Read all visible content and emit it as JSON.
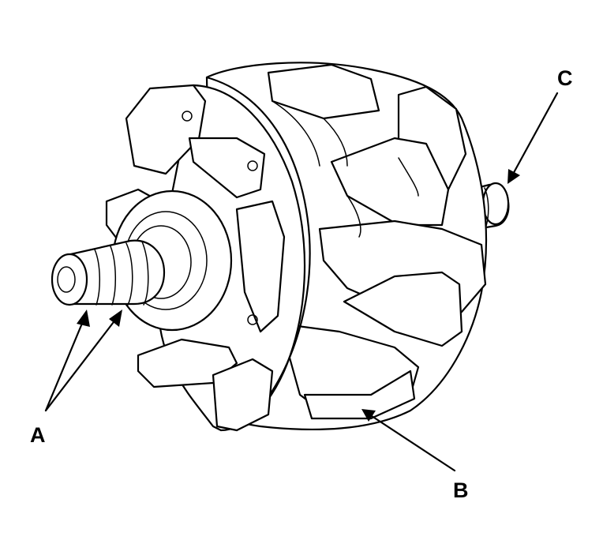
{
  "callouts": {
    "a": "A",
    "b": "B",
    "c": "C"
  },
  "colors": {
    "line": "#000000",
    "background": "#ffffff"
  }
}
